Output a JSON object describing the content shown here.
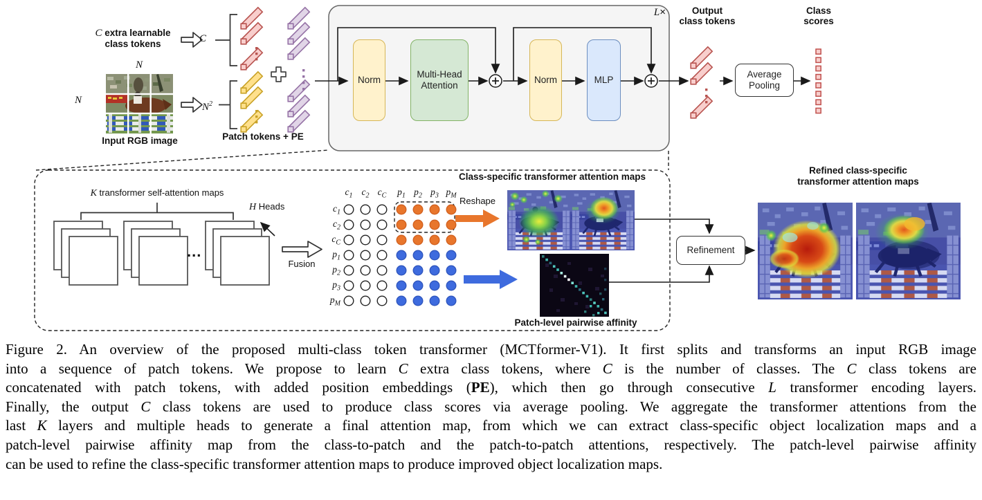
{
  "colors": {
    "token_red_fill": "#F8CECC",
    "token_red_stroke": "#B85450",
    "token_yellow_fill": "#FFE08C",
    "token_yellow_stroke": "#C9A227",
    "token_purple_fill": "#E1D5E7",
    "token_purple_stroke": "#9673A6",
    "norm_fill": "#FFF2CC",
    "norm_stroke": "#D6B656",
    "mha_fill": "#D5E8D4",
    "mha_stroke": "#82B366",
    "mlp_fill": "#DAE8FC",
    "mlp_stroke": "#6C8EBF",
    "encoder_bg": "#F5F5F5",
    "encoder_stroke": "#666666",
    "orange_accent": "#E8762C",
    "blue_accent": "#3E6BDE",
    "score_fill": "#F8CECC",
    "score_stroke": "#C0504D",
    "line": "#1A1A1A"
  },
  "top": {
    "class_tokens_math": "C",
    "class_tokens_line1": "extra learnable",
    "class_tokens_line2": "class tokens",
    "c_brace": "C",
    "n_top": "N",
    "n_left": "N",
    "n2_base": "N",
    "n2_exp": "2",
    "input_caption": "Input RGB image",
    "patch_tokens_label": "Patch tokens + PE"
  },
  "encoder": {
    "repeat_math": "L",
    "repeat_times": "×",
    "norm1": "Norm",
    "mha_line1": "Multi-Head",
    "mha_line2": "Attention",
    "norm2": "Norm",
    "mlp": "MLP"
  },
  "output": {
    "tokens_line1": "Output",
    "tokens_line2": "class tokens",
    "pool_line1": "Average",
    "pool_line2": "Pooling",
    "scores_line1": "Class",
    "scores_line2": "scores",
    "scores_count": 8
  },
  "attention": {
    "k_math": "K",
    "k_rest": "transformer self-attention maps",
    "h_math": "H",
    "h_rest": "Heads",
    "ellipsis": "...",
    "fusion": "Fusion",
    "reshape": "Reshape",
    "matrix": {
      "col_labels": [
        [
          "c",
          "1"
        ],
        [
          "c",
          "2"
        ],
        [
          "c",
          "C"
        ],
        [
          "p",
          "1"
        ],
        [
          "p",
          "2"
        ],
        [
          "p",
          "3"
        ],
        [
          "p",
          "M"
        ]
      ],
      "row_labels": [
        [
          "c",
          "1"
        ],
        [
          "c",
          "2"
        ],
        [
          "c",
          "C"
        ],
        [
          "p",
          "1"
        ],
        [
          "p",
          "2"
        ],
        [
          "p",
          "3"
        ],
        [
          "p",
          "M"
        ]
      ],
      "row_kinds": [
        "class",
        "class",
        "class",
        "patch",
        "patch",
        "patch",
        "patch"
      ],
      "hollow_cols": 3
    },
    "class_maps_title": "Class-specific transformer attention maps",
    "affinity_title": "Patch-level pairwise affinity",
    "refinement": "Refinement",
    "refined_title_line1": "Refined class-specific",
    "refined_title_line2": "transformer attention maps"
  },
  "caption": {
    "lines": [
      [
        {
          "t": "Figure 2. An overview of the proposed multi-class token transformer (MCTformer-V1). It first splits and transforms an input RGB image"
        }
      ],
      [
        {
          "t": "into a sequence of patch tokens. We propose to learn "
        },
        {
          "t": "C",
          "i": 1
        },
        {
          "t": " extra class tokens, where "
        },
        {
          "t": "C",
          "i": 1
        },
        {
          "t": " is the number of classes. The "
        },
        {
          "t": "C",
          "i": 1
        },
        {
          "t": " class tokens are"
        }
      ],
      [
        {
          "t": "concatenated with patch tokens, with added position embeddings ("
        },
        {
          "t": "PE",
          "b": 1
        },
        {
          "t": "), which then go through consecutive "
        },
        {
          "t": "L",
          "i": 1
        },
        {
          "t": " transformer encoding layers."
        }
      ],
      [
        {
          "t": "Finally, the output "
        },
        {
          "t": "C",
          "i": 1
        },
        {
          "t": " class tokens are used to produce class scores via average pooling. We aggregate the transformer attentions from the"
        }
      ],
      [
        {
          "t": "last "
        },
        {
          "t": "K",
          "i": 1
        },
        {
          "t": " layers and multiple heads to generate a final attention map, from which we can extract class-specific object localization maps and a"
        }
      ],
      [
        {
          "t": "patch-level pairwise affinity map from the class-to-patch and the patch-to-patch attentions, respectively. The patch-level pairwise affinity"
        }
      ],
      [
        {
          "t": "can be used to refine the class-specific transformer attention maps to produce improved object localization maps."
        }
      ]
    ]
  }
}
